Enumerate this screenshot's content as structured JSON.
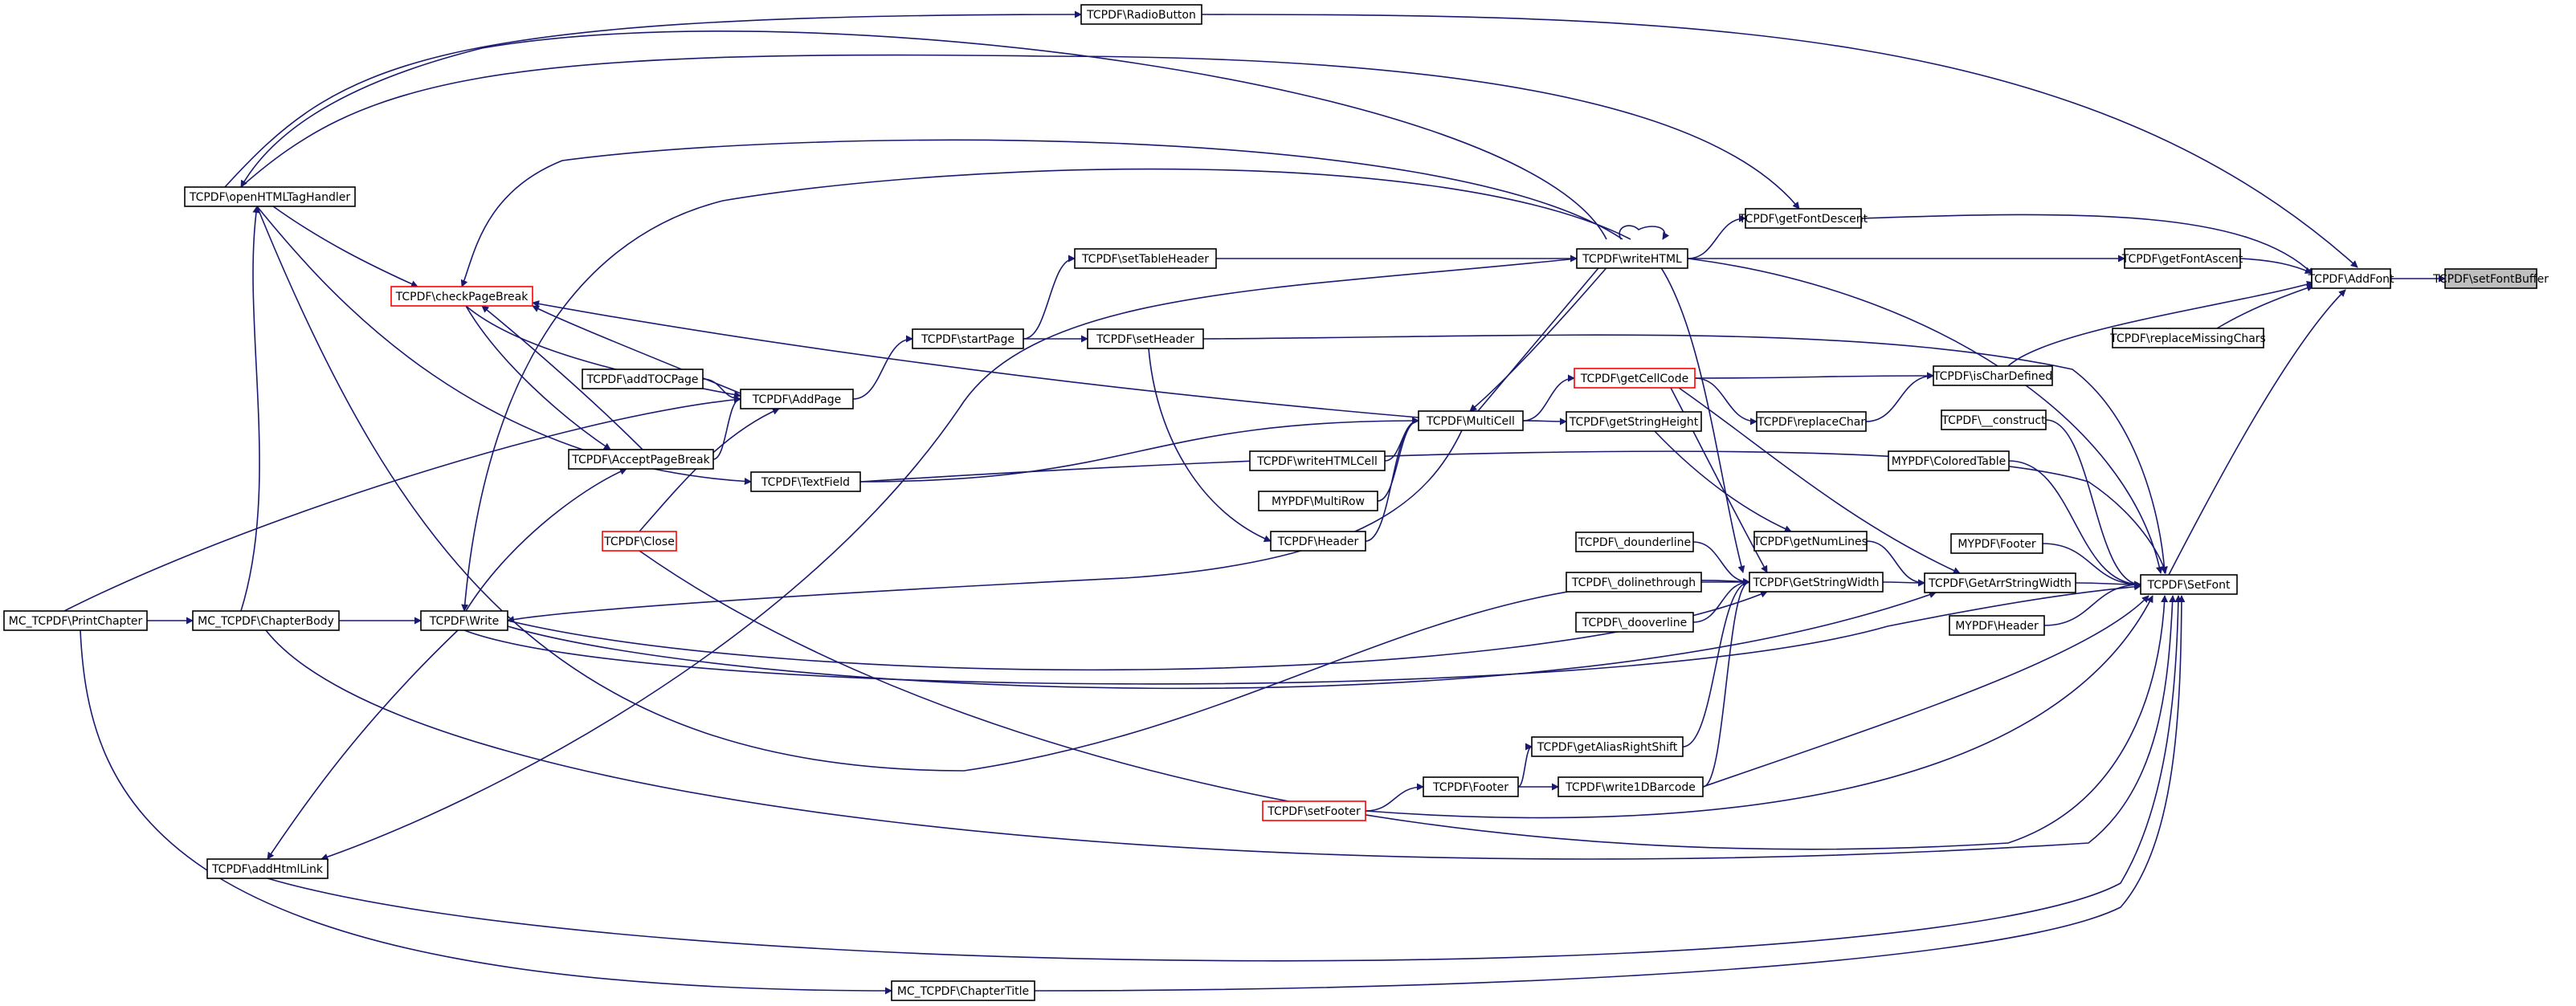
{
  "diagram": {
    "type": "caller-graph",
    "colors": {
      "edge": "#191970",
      "node_border": "#000000",
      "node_border_truncated": "#ff0000",
      "node_highlight_fill": "#bfbfbf"
    },
    "nodes": [
      {
        "id": "setFontBuffer",
        "label": "TCPDF\\setFontBuffer",
        "style": "highlight"
      },
      {
        "id": "AddFont",
        "label": "TCPDF\\AddFont",
        "style": "normal"
      },
      {
        "id": "getFontDescent",
        "label": "TCPDF\\getFontDescent",
        "style": "normal"
      },
      {
        "id": "getFontAscent",
        "label": "TCPDF\\getFontAscent",
        "style": "normal"
      },
      {
        "id": "replaceMissingChars",
        "label": "TCPDF\\replaceMissingChars",
        "style": "normal"
      },
      {
        "id": "isCharDefined",
        "label": "TCPDF\\isCharDefined",
        "style": "normal"
      },
      {
        "id": "construct",
        "label": "TCPDF\\__construct",
        "style": "normal"
      },
      {
        "id": "ColoredTable",
        "label": "MYPDF\\ColoredTable",
        "style": "normal"
      },
      {
        "id": "MYPDFFooter",
        "label": "MYPDF\\Footer",
        "style": "normal"
      },
      {
        "id": "MYPDFHeader",
        "label": "MYPDF\\Header",
        "style": "normal"
      },
      {
        "id": "SetFont",
        "label": "TCPDF\\SetFont",
        "style": "normal"
      },
      {
        "id": "RadioButton",
        "label": "TCPDF\\RadioButton",
        "style": "normal"
      },
      {
        "id": "writeHTML",
        "label": "TCPDF\\writeHTML",
        "style": "normal"
      },
      {
        "id": "setTableHeader",
        "label": "TCPDF\\setTableHeader",
        "style": "normal"
      },
      {
        "id": "startPage",
        "label": "TCPDF\\startPage",
        "style": "normal"
      },
      {
        "id": "setHeader",
        "label": "TCPDF\\setHeader",
        "style": "normal"
      },
      {
        "id": "getCellCode",
        "label": "TCPDF\\getCellCode",
        "style": "truncated"
      },
      {
        "id": "replaceChar",
        "label": "TCPDF\\replaceChar",
        "style": "normal"
      },
      {
        "id": "MultiCell",
        "label": "TCPDF\\MultiCell",
        "style": "normal"
      },
      {
        "id": "getStringHeight",
        "label": "TCPDF\\getStringHeight",
        "style": "normal"
      },
      {
        "id": "writeHTMLCell",
        "label": "TCPDF\\writeHTMLCell",
        "style": "normal"
      },
      {
        "id": "MultiRow",
        "label": "MYPDF\\MultiRow",
        "style": "normal"
      },
      {
        "id": "TCPDFHeader",
        "label": "TCPDF\\Header",
        "style": "normal"
      },
      {
        "id": "getNumLines",
        "label": "TCPDF\\getNumLines",
        "style": "normal"
      },
      {
        "id": "dounderline",
        "label": "TCPDF\\_dounderline",
        "style": "normal"
      },
      {
        "id": "dolinethrough",
        "label": "TCPDF\\_dolinethrough",
        "style": "normal"
      },
      {
        "id": "dooverline",
        "label": "TCPDF\\_dooverline",
        "style": "normal"
      },
      {
        "id": "GetStringWidth",
        "label": "TCPDF\\GetStringWidth",
        "style": "normal"
      },
      {
        "id": "GetArrStringWidth",
        "label": "TCPDF\\GetArrStringWidth",
        "style": "normal"
      },
      {
        "id": "getAliasRightShift",
        "label": "TCPDF\\getAliasRightShift",
        "style": "normal"
      },
      {
        "id": "TCPDFFooter",
        "label": "TCPDF\\Footer",
        "style": "normal"
      },
      {
        "id": "write1DBarcode",
        "label": "TCPDF\\write1DBarcode",
        "style": "normal"
      },
      {
        "id": "setFooter",
        "label": "TCPDF\\setFooter",
        "style": "truncated"
      },
      {
        "id": "openHTMLTagHandler",
        "label": "TCPDF\\openHTMLTagHandler",
        "style": "normal"
      },
      {
        "id": "checkPageBreak",
        "label": "TCPDF\\checkPageBreak",
        "style": "truncated"
      },
      {
        "id": "addTOCPage",
        "label": "TCPDF\\addTOCPage",
        "style": "normal"
      },
      {
        "id": "AddPage",
        "label": "TCPDF\\AddPage",
        "style": "normal"
      },
      {
        "id": "AcceptPageBreak",
        "label": "TCPDF\\AcceptPageBreak",
        "style": "normal"
      },
      {
        "id": "TextField",
        "label": "TCPDF\\TextField",
        "style": "normal"
      },
      {
        "id": "Close",
        "label": "TCPDF\\Close",
        "style": "truncated"
      },
      {
        "id": "PrintChapter",
        "label": "MC_TCPDF\\PrintChapter",
        "style": "normal"
      },
      {
        "id": "ChapterBody",
        "label": "MC_TCPDF\\ChapterBody",
        "style": "normal"
      },
      {
        "id": "Write",
        "label": "TCPDF\\Write",
        "style": "normal"
      },
      {
        "id": "addHtmlLink",
        "label": "TCPDF\\addHtmlLink",
        "style": "normal"
      },
      {
        "id": "ChapterTitle",
        "label": "MC_TCPDF\\ChapterTitle",
        "style": "normal"
      }
    ],
    "edges": [
      [
        "AddFont",
        "setFontBuffer"
      ],
      [
        "getFontDescent",
        "AddFont"
      ],
      [
        "getFontAscent",
        "AddFont"
      ],
      [
        "replaceMissingChars",
        "AddFont"
      ],
      [
        "isCharDefined",
        "AddFont"
      ],
      [
        "SetFont",
        "AddFont"
      ],
      [
        "RadioButton",
        "AddFont"
      ],
      [
        "writeHTML",
        "getFontDescent"
      ],
      [
        "writeHTML",
        "getFontAscent"
      ],
      [
        "replaceChar",
        "isCharDefined"
      ],
      [
        "getCellCode",
        "isCharDefined"
      ],
      [
        "construct",
        "SetFont"
      ],
      [
        "ColoredTable",
        "SetFont"
      ],
      [
        "MYPDFFooter",
        "SetFont"
      ],
      [
        "MYPDFHeader",
        "SetFont"
      ],
      [
        "GetArrStringWidth",
        "SetFont"
      ],
      [
        "writeHTML",
        "SetFont"
      ],
      [
        "setHeader",
        "SetFont"
      ],
      [
        "TextField",
        "SetFont"
      ],
      [
        "Write",
        "SetFont"
      ],
      [
        "write1DBarcode",
        "SetFont"
      ],
      [
        "setFooter",
        "SetFont"
      ],
      [
        "Close",
        "SetFont"
      ],
      [
        "ChapterBody",
        "SetFont"
      ],
      [
        "addHtmlLink",
        "SetFont"
      ],
      [
        "ChapterTitle",
        "SetFont"
      ],
      [
        "getCellCode",
        "replaceChar"
      ],
      [
        "MultiCell",
        "getCellCode"
      ],
      [
        "getNumLines",
        "GetArrStringWidth"
      ],
      [
        "GetStringWidth",
        "GetArrStringWidth"
      ],
      [
        "getCellCode",
        "GetArrStringWidth"
      ],
      [
        "getCellCode",
        "GetStringWidth"
      ],
      [
        "getStringHeight",
        "getNumLines"
      ],
      [
        "dounderline",
        "GetStringWidth"
      ],
      [
        "dolinethrough",
        "GetStringWidth"
      ],
      [
        "dooverline",
        "GetStringWidth"
      ],
      [
        "getAliasRightShift",
        "GetStringWidth"
      ],
      [
        "write1DBarcode",
        "GetStringWidth"
      ],
      [
        "writeHTML",
        "GetStringWidth"
      ],
      [
        "MultiCell",
        "getStringHeight"
      ],
      [
        "TCPDFFooter",
        "getAliasRightShift"
      ],
      [
        "TCPDFFooter",
        "write1DBarcode"
      ],
      [
        "setFooter",
        "TCPDFFooter"
      ],
      [
        "writeHTML",
        "writeHTML"
      ],
      [
        "MultiCell",
        "writeHTML"
      ],
      [
        "setTableHeader",
        "writeHTML"
      ],
      [
        "writeHTMLCell",
        "MultiCell"
      ],
      [
        "MultiRow",
        "MultiCell"
      ],
      [
        "TCPDFHeader",
        "MultiCell"
      ],
      [
        "TextField",
        "MultiCell"
      ],
      [
        "writeHTML",
        "MultiCell"
      ],
      [
        "setHeader",
        "TCPDFHeader"
      ],
      [
        "startPage",
        "setTableHeader"
      ],
      [
        "startPage",
        "setHeader"
      ],
      [
        "AddPage",
        "startPage"
      ],
      [
        "addTOCPage",
        "AddPage"
      ],
      [
        "AcceptPageBreak",
        "AddPage"
      ],
      [
        "checkPageBreak",
        "AddPage"
      ],
      [
        "Close",
        "AddPage"
      ],
      [
        "PrintChapter",
        "AddPage"
      ],
      [
        "AddPage",
        "checkPageBreak"
      ],
      [
        "AcceptPageBreak",
        "checkPageBreak"
      ],
      [
        "openHTMLTagHandler",
        "checkPageBreak"
      ],
      [
        "MultiCell",
        "checkPageBreak"
      ],
      [
        "writeHTML",
        "checkPageBreak"
      ],
      [
        "checkPageBreak",
        "AcceptPageBreak"
      ],
      [
        "Write",
        "AcceptPageBreak"
      ],
      [
        "openHTMLTagHandler",
        "TextField"
      ],
      [
        "openHTMLTagHandler",
        "RadioButton"
      ],
      [
        "writeHTML",
        "openHTMLTagHandler"
      ],
      [
        "openHTMLTagHandler",
        "getFontDescent"
      ],
      [
        "ChapterBody",
        "openHTMLTagHandler"
      ],
      [
        "openHTMLTagHandler",
        "GetStringWidth"
      ],
      [
        "PrintChapter",
        "ChapterBody"
      ],
      [
        "ChapterBody",
        "Write"
      ],
      [
        "MultiCell",
        "Write"
      ],
      [
        "writeHTML",
        "Write"
      ],
      [
        "Write",
        "GetStringWidth"
      ],
      [
        "Write",
        "GetArrStringWidth"
      ],
      [
        "Write",
        "addHtmlLink"
      ],
      [
        "writeHTML",
        "addHtmlLink"
      ],
      [
        "PrintChapter",
        "ChapterTitle"
      ]
    ]
  }
}
